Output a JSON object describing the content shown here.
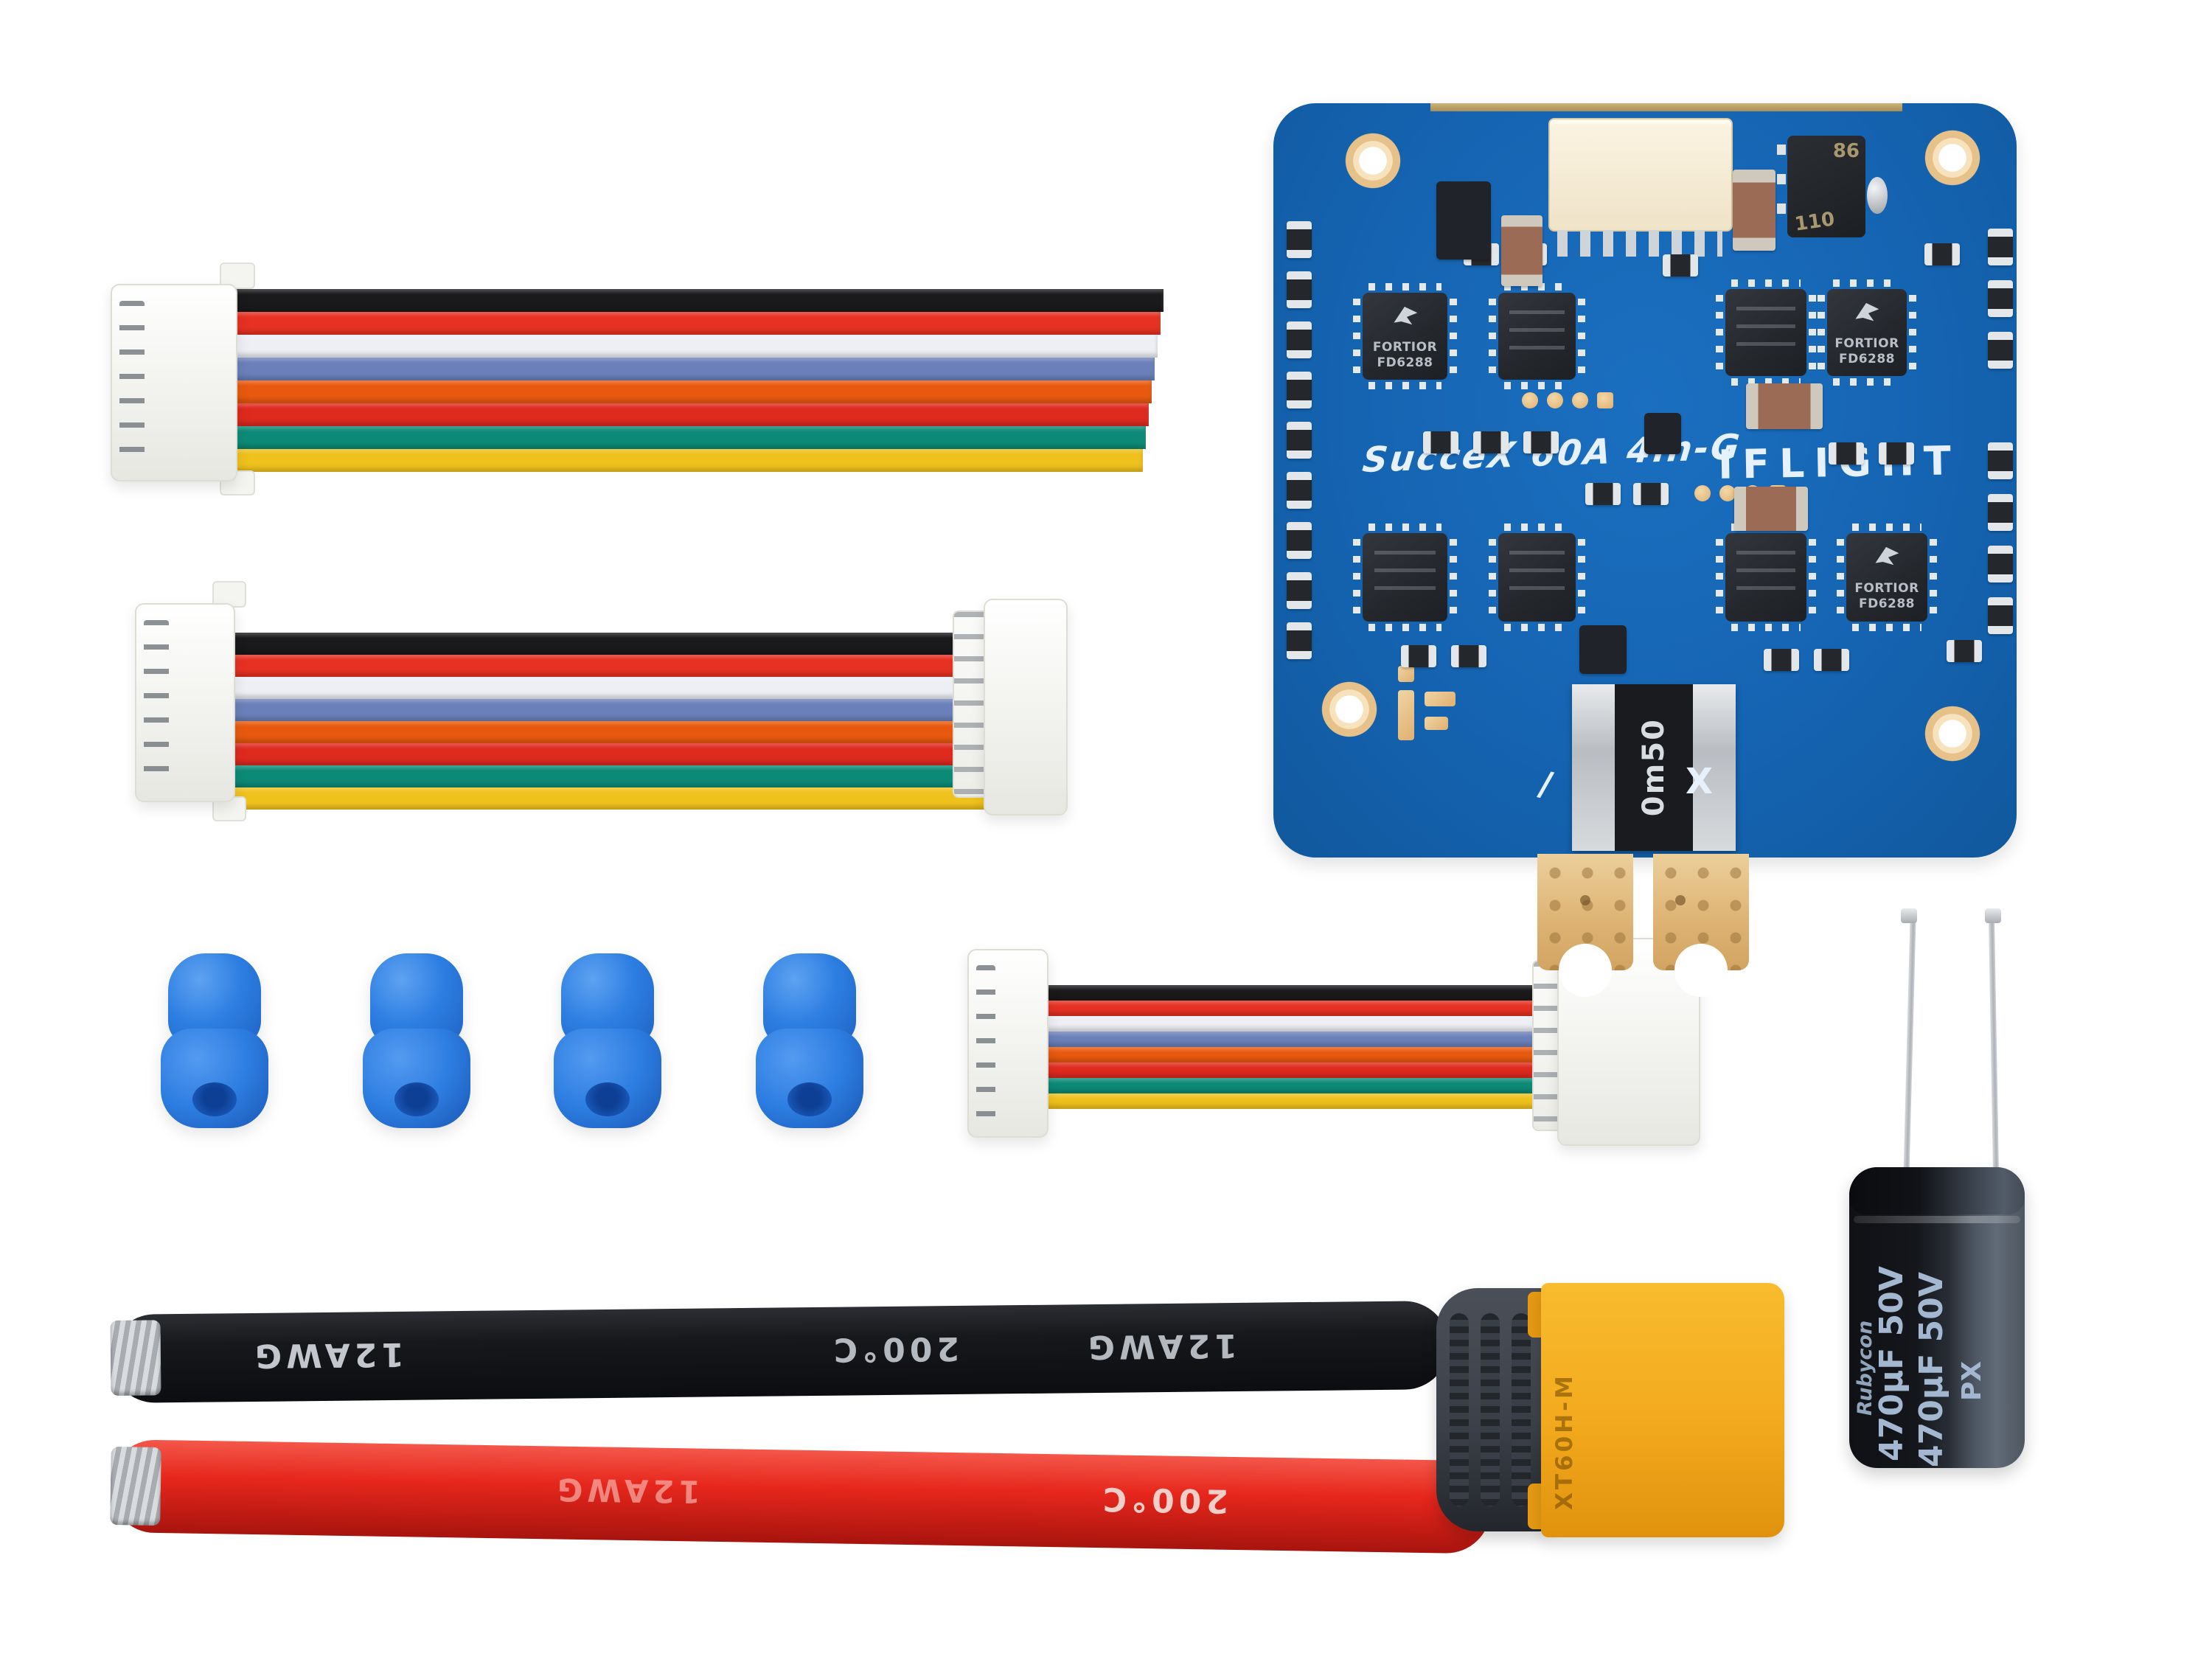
{
  "board": {
    "model_silkscreen": "SucceX 60A 4in-G",
    "brand_logo": "IFLIGHT",
    "shunt_marking": "0m50",
    "regulator_marking_top": "86",
    "regulator_marking_bottom": "110",
    "driver_brand": "FORTIOR",
    "driver_part": "FD6288",
    "polarity_mark_left": "/",
    "polarity_mark_right": "X",
    "colors": {
      "solder_mask": "#1564b2",
      "pad_gold": "#e7c189",
      "silkscreen": "#e7f1fb"
    }
  },
  "cables": {
    "wire_colors": [
      "#1a1a1c",
      "#e63123",
      "#edeff5",
      "#6b80ba",
      "#e8590f",
      "#df2a1f",
      "#0d8a77",
      "#efc11d"
    ],
    "connector_color": "#f7f7f4"
  },
  "dampers": {
    "count": 4,
    "color": "#2d7ee2"
  },
  "capacitor": {
    "rating": "470µF 50V",
    "series": "PX",
    "brand": "Rubycon"
  },
  "battery_leads": {
    "gauge_label": "12AWG",
    "temp_label": "200°C",
    "black_color": "#17181b",
    "red_color": "#e7271d"
  },
  "xt60": {
    "model": "XT60H-M",
    "body_color": "#f3a91d",
    "boot_color": "#3c414a"
  }
}
